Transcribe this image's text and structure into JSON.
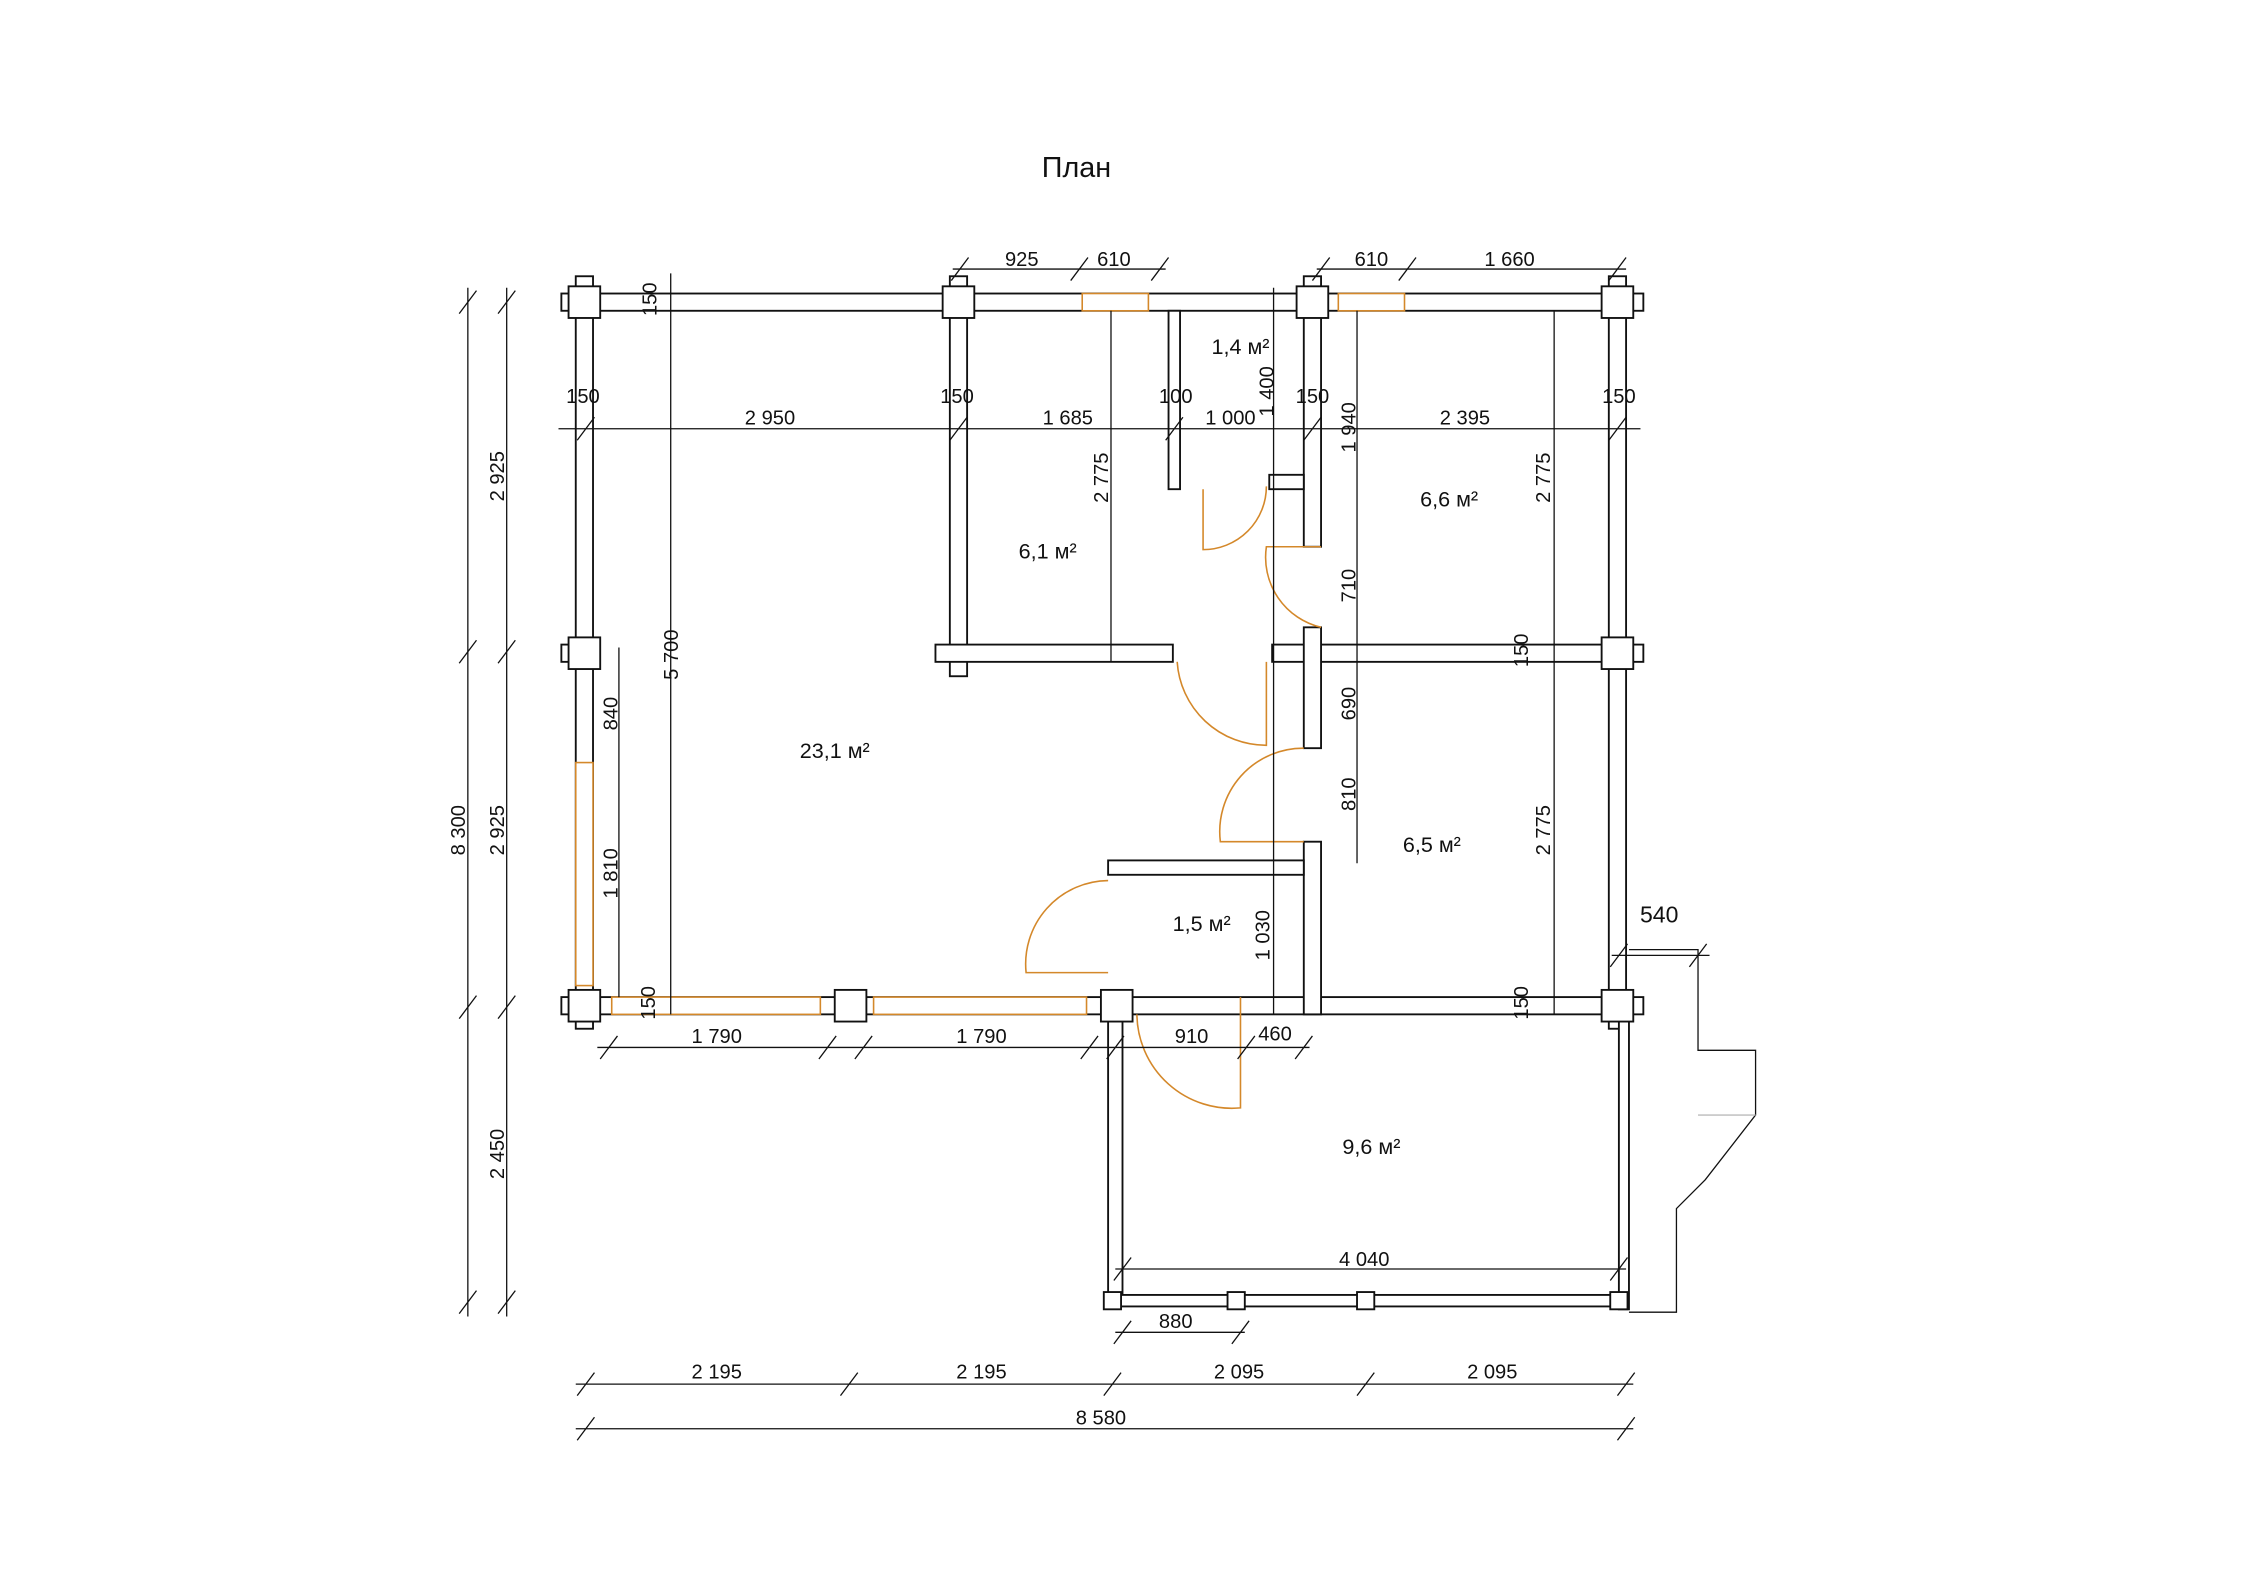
{
  "title": "План",
  "areas": [
    "1,4 м²",
    "6,1 м²",
    "6,6 м²",
    "23,1 м²",
    "6,5 м²",
    "1,5 м²",
    "9,6 м²"
  ],
  "dims": {
    "top": [
      "925",
      "610",
      "610",
      "1 660"
    ],
    "row_a": [
      "150",
      "150",
      "100",
      "150",
      "150"
    ],
    "row_b": [
      "2 950",
      "1 685",
      "1 000",
      "2 395"
    ],
    "vertical": [
      "150",
      "1 400",
      "1 940",
      "2 775",
      "2 775",
      "710",
      "150",
      "690",
      "810",
      "2 775",
      "1 030",
      "150",
      "5 700",
      "840",
      "1 810",
      "150"
    ],
    "left": [
      "2 925",
      "2 925",
      "2 450",
      "8 300"
    ],
    "bottom_inner": [
      "1 790",
      "1 790",
      "910",
      "460",
      "540",
      "4 040",
      "880"
    ],
    "bottom_outer": [
      "2 195",
      "2 195",
      "2 095",
      "2 095",
      "8 580"
    ]
  },
  "colors": {
    "line": "#111111",
    "openings": "#d4882a"
  }
}
